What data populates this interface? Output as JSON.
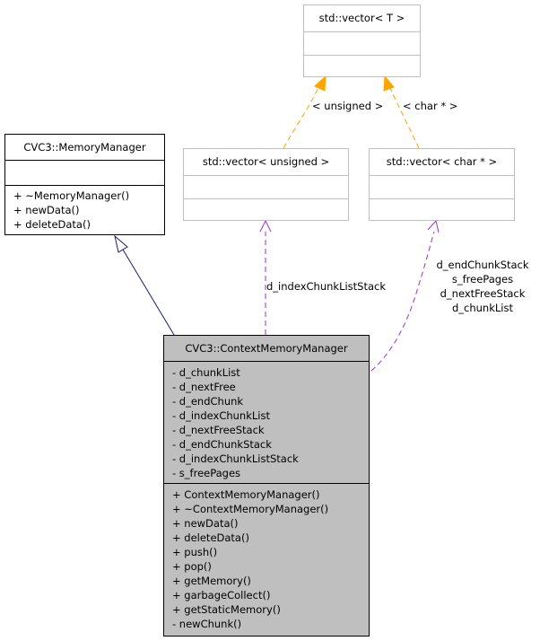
{
  "classes": {
    "vector_t": {
      "name": "std::vector< T >"
    },
    "memory_manager": {
      "name": "CVC3::MemoryManager",
      "methods": [
        "+ ~MemoryManager()",
        "+ newData()",
        "+ deleteData()"
      ]
    },
    "vector_unsigned": {
      "name": "std::vector< unsigned >"
    },
    "vector_char": {
      "name": "std::vector< char * >"
    },
    "context_memory_manager": {
      "name": "CVC3::ContextMemoryManager",
      "attributes": [
        "- d_chunkList",
        "- d_nextFree",
        "- d_endChunk",
        "- d_indexChunkList",
        "- d_nextFreeStack",
        "- d_endChunkStack",
        "- d_indexChunkListStack",
        "- s_freePages"
      ],
      "methods": [
        "+ ContextMemoryManager()",
        "+ ~ContextMemoryManager()",
        "+ newData()",
        "+ deleteData()",
        "+ push()",
        "+ pop()",
        "+ getMemory()",
        "+ garbageCollect()",
        "+ getStaticMemory()",
        "- newChunk()"
      ]
    }
  },
  "edges": {
    "template_unsigned": "< unsigned >",
    "template_char": "< char * >",
    "index_chunk_list_stack": "d_indexChunkListStack",
    "char_stack_members": [
      "d_endChunkStack",
      "s_freePages",
      "d_nextFreeStack",
      "d_chunkList"
    ]
  },
  "colors": {
    "inheritance": "#191970",
    "template_instance": "#ffa500",
    "usage": "#9a32cd",
    "highlight_fill": "#bfbfbf",
    "box_border_gray": "#bfbfbf"
  }
}
